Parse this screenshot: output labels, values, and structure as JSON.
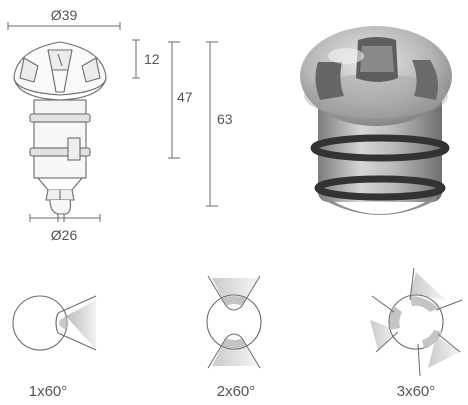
{
  "dimensions": {
    "top_diameter": "Ø39",
    "cap_height": "12",
    "body_height": "47",
    "total_height": "63",
    "bottom_diameter": "Ø26"
  },
  "beam_options": [
    {
      "label": "1x60°"
    },
    {
      "label": "2x60°"
    },
    {
      "label": "3x60°"
    }
  ],
  "colors": {
    "line": "#6b6b6b",
    "beam_fill": "#cfcfcf",
    "photo_metal": "#b9b9b9",
    "photo_ring": "#333333"
  }
}
